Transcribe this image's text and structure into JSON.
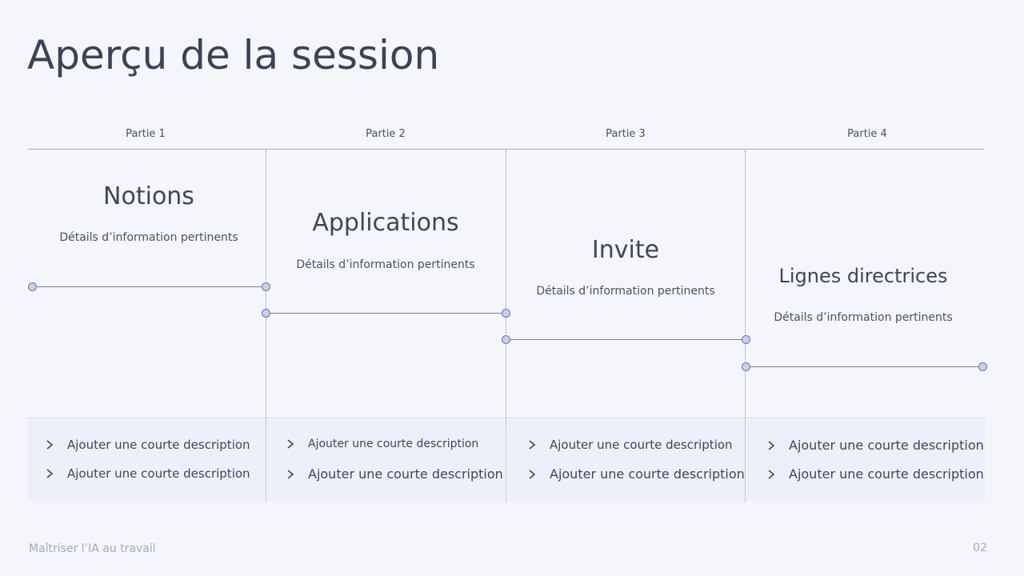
{
  "slide": {
    "title": "Aperçu de la session",
    "footer_text": "Maîtriser l’IA au travail",
    "page_number": "02"
  },
  "parts": [
    {
      "label": "Partie 1",
      "heading": "Notions",
      "detail": "Détails d’information pertinents",
      "bullets": [
        "Ajouter une courte description",
        "Ajouter une courte description"
      ]
    },
    {
      "label": "Partie 2",
      "heading": "Applications",
      "detail": "Détails d’information pertinents",
      "bullets": [
        "Ajouter une courte description",
        "Ajouter une courte description"
      ]
    },
    {
      "label": "Partie 3",
      "heading": "Invite",
      "detail": "Détails d’information pertinents",
      "bullets": [
        "Ajouter une courte description",
        "Ajouter une courte description"
      ]
    },
    {
      "label": "Partie 4",
      "heading": "Lignes directrices",
      "detail": "Détails d’information pertinents",
      "bullets": [
        "Ajouter une courte description",
        "Ajouter une courte description"
      ]
    }
  ],
  "icons": {
    "bullet": "chevron-right-icon",
    "timeline_node": "circle-node-icon"
  },
  "colors": {
    "background": "#f4f6fc",
    "text": "#3b4356",
    "node_fill": "#c6cff0",
    "panel": "#edf0fa"
  }
}
